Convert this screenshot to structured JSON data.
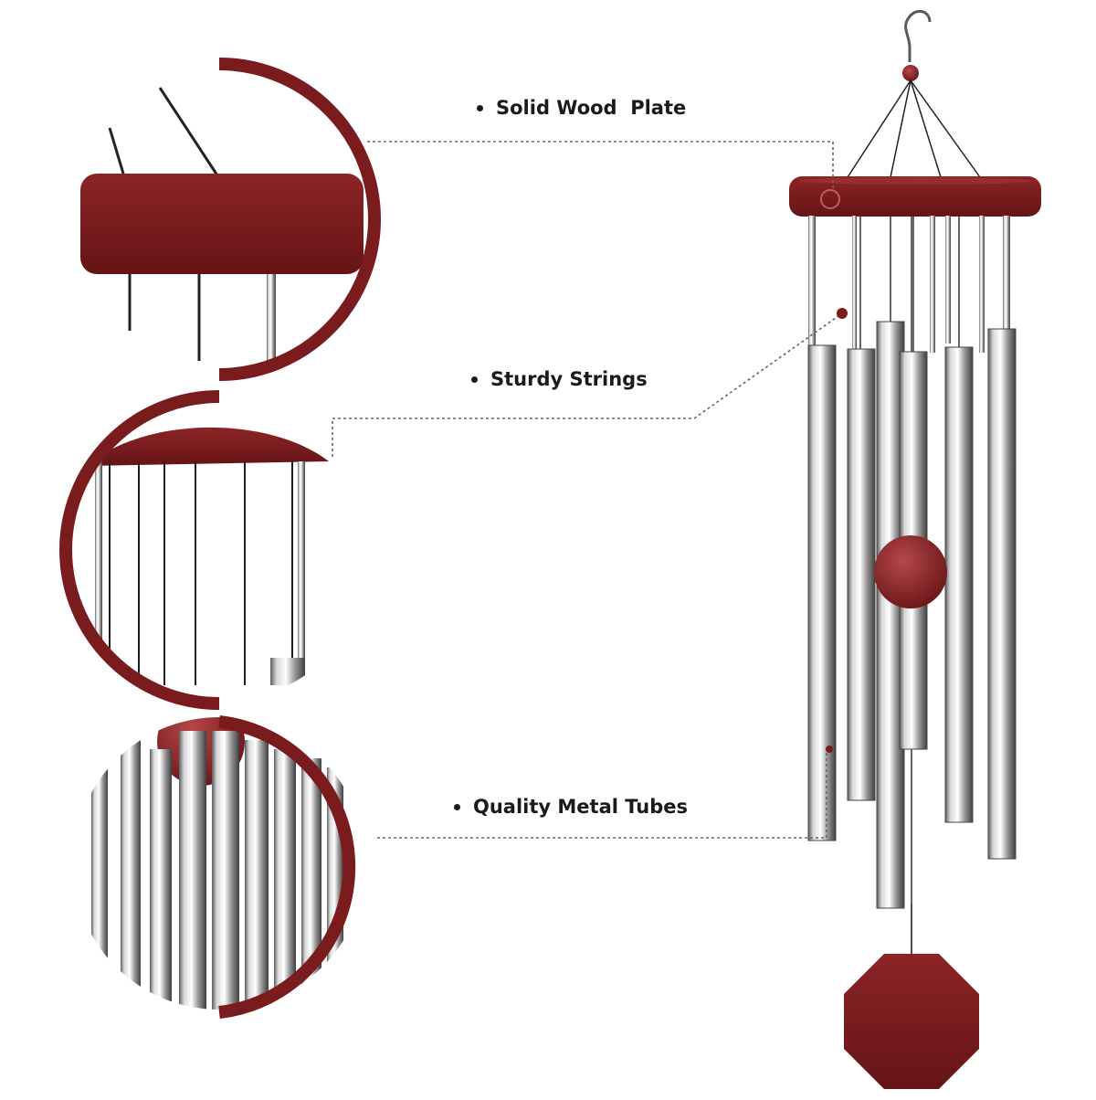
{
  "labels": {
    "wood_plate": "Solid Wood  Plate",
    "strings": "Sturdy Strings",
    "tubes": "Quality Metal Tubes"
  },
  "colors": {
    "wood": "#7a1c1e",
    "wood_dark": "#5e1214",
    "metal_light": "#f4f4f4",
    "metal_dark": "#6e6e6e",
    "leader_line": "#555555"
  },
  "icons": [
    "hook-icon",
    "bullet-icon"
  ]
}
